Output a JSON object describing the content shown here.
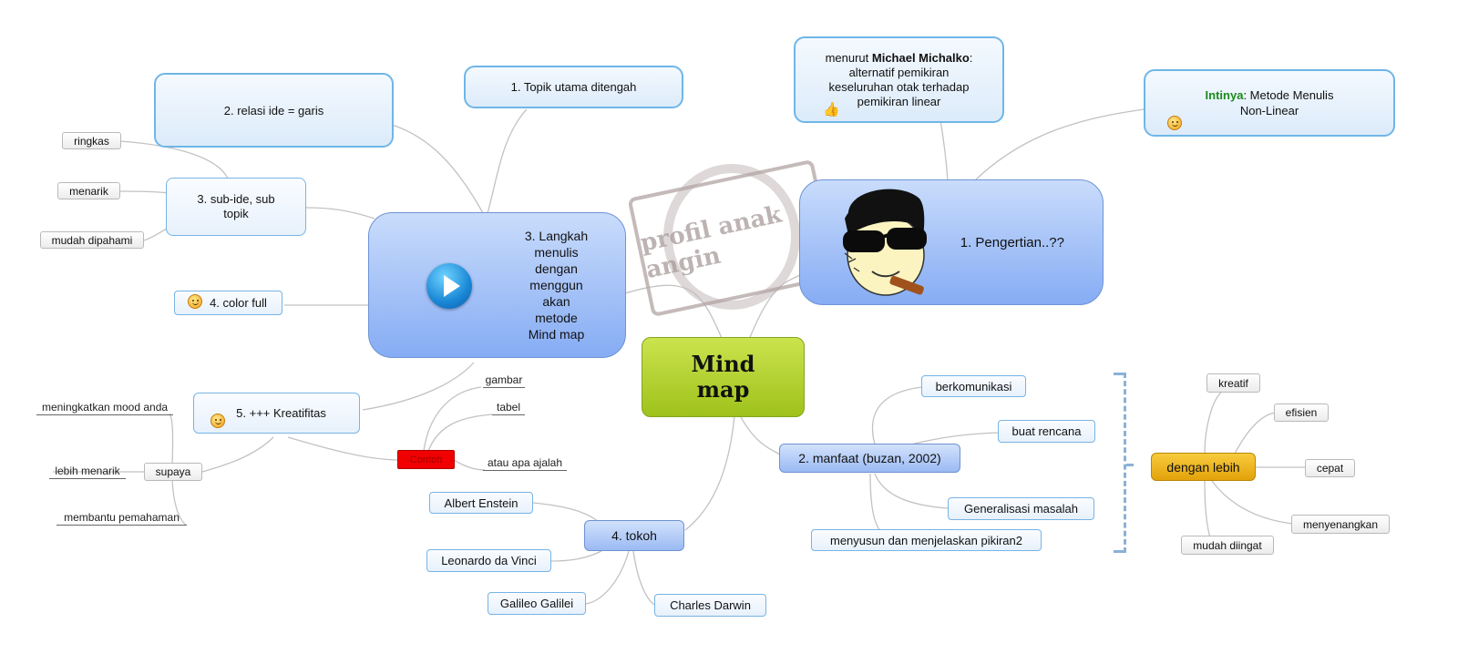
{
  "central": {
    "line1": "Mind",
    "line2": "map"
  },
  "watermark": {
    "text": "profil anak angin"
  },
  "pengertian": {
    "label": "1.  Pengertian..??",
    "icon": "cartoon-face-sunglasses-cigar",
    "definition": {
      "pre": "menurut ",
      "bold": "Michael Michalko",
      "rest": ": alternatif pemikiran keseluruhan otak terhadap pemikiran linear",
      "icon": "thumbs-up-icon"
    },
    "intinya": {
      "green": "Intinya",
      "rest": ": Metode Menulis Non-Linear",
      "icon": "smiley-icon"
    }
  },
  "langkah": {
    "label": "3.  Langkah menulis dengan menggun akan metode Mind map",
    "icon": "play-icon",
    "children": {
      "topik": "1.  Topik utama ditengah",
      "relasi": "2.  relasi ide = garis",
      "subide": "3.  sub-ide, sub topik",
      "subide_children": [
        "ringkas",
        "menarik",
        "mudah dipahami"
      ],
      "color": "4.  color full",
      "kreatifitas": "5.  +++ Kreatifitas",
      "supaya": "supaya",
      "supaya_children": [
        "meningkatkan mood anda",
        "lebih menarik",
        "membantu pemahaman"
      ]
    }
  },
  "contoh": {
    "label": "Contoh",
    "children": [
      "gambar",
      "tabel",
      "atau apa ajalah"
    ]
  },
  "manfaat": {
    "label": "2.  manfaat (buzan, 2002)",
    "children": [
      "berkomunikasi",
      "buat rencana",
      "Generalisasi masalah",
      "menyusun dan menjelaskan pikiran2"
    ],
    "dengan": {
      "label": "dengan lebih",
      "children": [
        "kreatif",
        "efisien",
        "cepat",
        "menyenangkan",
        "mudah diingat"
      ]
    }
  },
  "tokoh": {
    "label": "4.  tokoh",
    "children": [
      "Albert Enstein",
      "Leonardo da Vinci",
      "Galileo Galilei",
      "Charles Darwin"
    ]
  },
  "colors": {
    "central": "#a9c92a",
    "orange": "#eeb21f",
    "red": "#f00000",
    "line": "#b8b8b8"
  }
}
